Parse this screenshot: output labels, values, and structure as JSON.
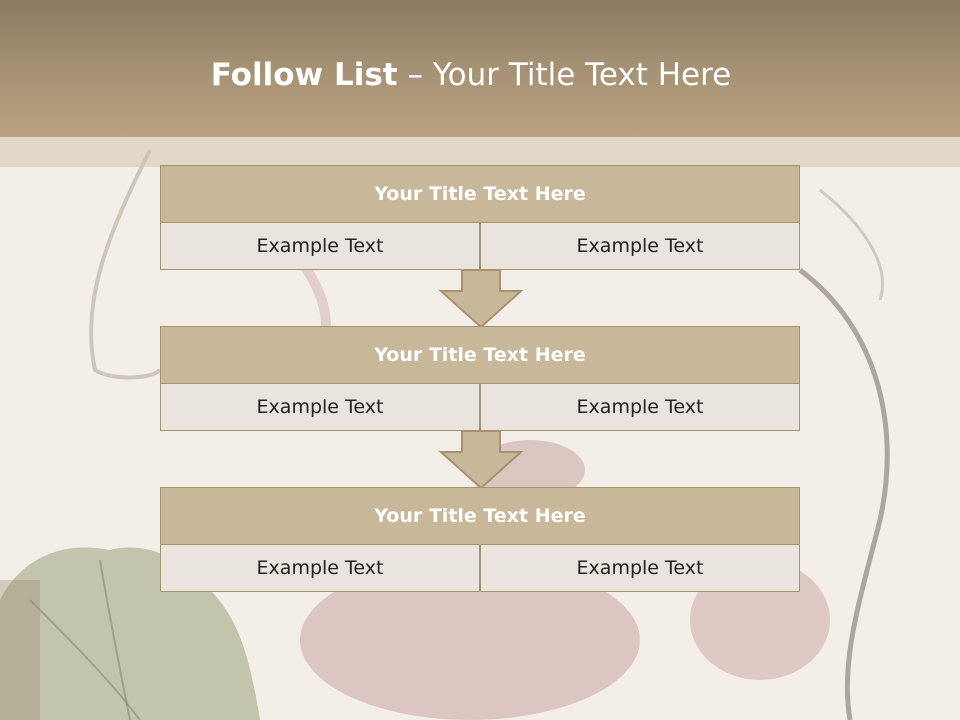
{
  "slide": {
    "title_bold": "Follow List",
    "title_rest": " – Your Title Text Here"
  },
  "blocks": [
    {
      "title": "Your Title Text Here",
      "left": "Example Text",
      "right": "Example Text"
    },
    {
      "title": "Your Title Text Here",
      "left": "Example Text",
      "right": "Example Text"
    },
    {
      "title": "Your Title Text Here",
      "left": "Example Text",
      "right": "Example Text"
    }
  ],
  "colors": {
    "header": "#a38f72",
    "block_header": "#c8b899",
    "block_cell": "#e9e4de",
    "border": "#a8926e"
  }
}
